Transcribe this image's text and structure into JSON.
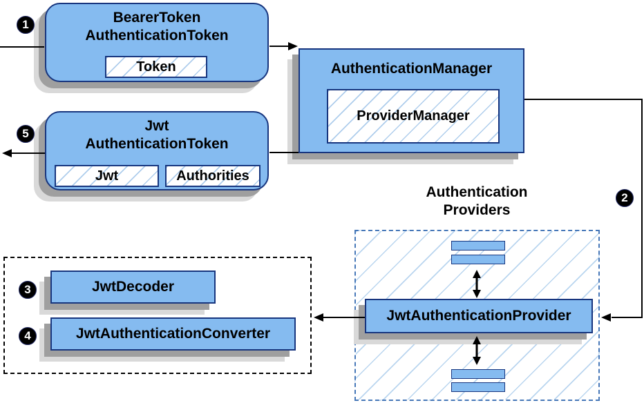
{
  "diagram": {
    "boxes": {
      "bearer_token": {
        "title_line1": "BearerToken",
        "title_line2": "AuthenticationToken",
        "inner_token": "Token"
      },
      "jwt_token": {
        "title_line1": "Jwt",
        "title_line2": "AuthenticationToken",
        "inner_jwt": "Jwt",
        "inner_authorities": "Authorities"
      },
      "authentication_manager": {
        "title": "AuthenticationManager",
        "inner_provider_manager": "ProviderManager"
      },
      "jwt_decoder": {
        "label": "JwtDecoder"
      },
      "jwt_authentication_converter": {
        "label": "JwtAuthenticationConverter"
      },
      "jwt_authentication_provider": {
        "label": "JwtAuthenticationProvider"
      }
    },
    "groups": {
      "authentication_providers": {
        "title_line1": "Authentication",
        "title_line2": "Providers"
      }
    },
    "steps": {
      "s1": "1",
      "s2": "2",
      "s3": "3",
      "s4": "4",
      "s5": "5"
    },
    "colors": {
      "box_fill": "#85bbf0",
      "box_border": "#17357e",
      "hatch_line": "#aecdec",
      "dashed_blue_border": "#4677b8",
      "shadow_dark": "#9f9f9f",
      "shadow_light": "#d9d9d9",
      "wire": "#000000"
    }
  }
}
